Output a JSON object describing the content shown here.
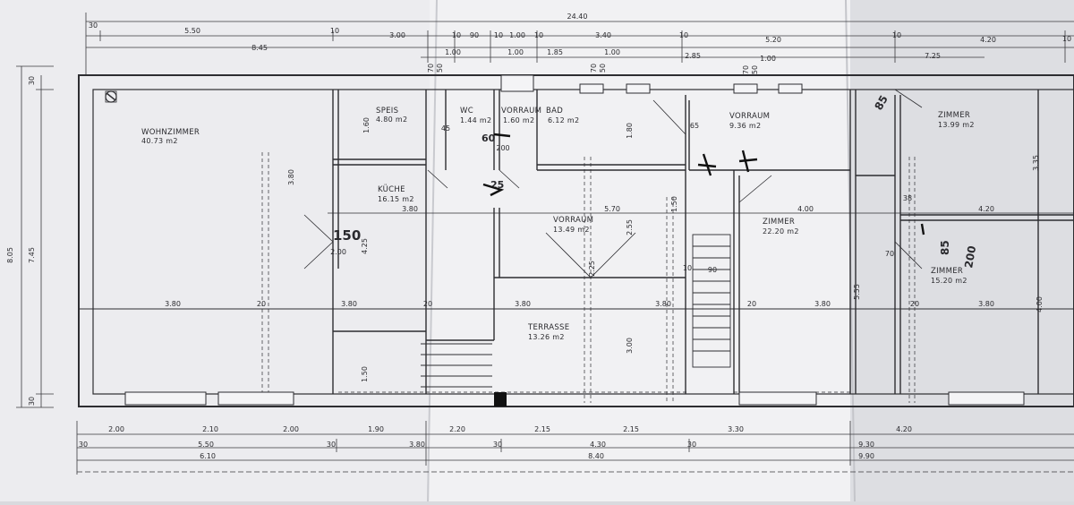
{
  "plan": {
    "rooms": [
      {
        "name": "WOHNZIMMER",
        "area": "40.73 m2"
      },
      {
        "name": "SPEIS",
        "area": "4.80 m2"
      },
      {
        "name": "KÜCHE",
        "area": "16.15 m2"
      },
      {
        "name": "WC",
        "area": "1.44 m2"
      },
      {
        "name": "VORRAUM",
        "area": "1.60 m2"
      },
      {
        "name": "BAD",
        "area": "6.12 m2"
      },
      {
        "name": "VORRAUM",
        "area": "9.36 m2"
      },
      {
        "name": "VORRAUM",
        "area": "13.49 m2"
      },
      {
        "name": "ZIMMER",
        "area": "13.99 m2"
      },
      {
        "name": "ZIMMER",
        "area": "22.20 m2"
      },
      {
        "name": "ZIMMER",
        "area": "15.20 m2"
      },
      {
        "name": "TERRASSE",
        "area": "13.26 m2"
      }
    ],
    "dims_top_row1": [
      "24.40"
    ],
    "dims_top_row2": [
      "30",
      "5.50",
      "10",
      "3.00",
      "10",
      "90",
      "10",
      "1.00",
      "10",
      "3.40",
      "10",
      "5.20",
      "10",
      "4.20",
      "10"
    ],
    "dims_top_row3": [
      "8.45",
      "7.25"
    ],
    "dims_top_row4": [
      "1.00",
      "1.00",
      "1.85",
      "1.00",
      "2.85",
      "1.00"
    ],
    "dims_bottom_row1": [
      "2.00",
      "2.10",
      "2.00",
      "1.90",
      "2.20",
      "2.15",
      "2.15",
      "3.30",
      "4.20"
    ],
    "dims_bottom_row2": [
      "30",
      "5.50",
      "30",
      "3.80",
      "30",
      "4.30",
      "30",
      "9.30"
    ],
    "dims_bottom_row3": [
      "6.10",
      "8.40",
      "9.90"
    ],
    "dims_left": [
      "8.05",
      "7.45",
      "30",
      "30"
    ],
    "dims_interior": [
      "3.80",
      "20",
      "3.80",
      "20",
      "3.80",
      "3.80",
      "20",
      "3.80",
      "20",
      "3.80",
      "3.80",
      "5.70",
      "4.00",
      "4.20",
      "3.80",
      "4.25",
      "1.60",
      "1.80",
      "2.55",
      "3.00",
      "1.50",
      "5.55",
      "3.35",
      "4.00",
      "1.50",
      "2.25"
    ],
    "window_marks": [
      "70",
      "50"
    ],
    "door_marks": [
      "2.00",
      "200",
      "65",
      "45",
      "38",
      "70",
      "90",
      "10"
    ],
    "annotations": [
      "150",
      "60",
      "85",
      "85",
      "200",
      "25"
    ]
  }
}
